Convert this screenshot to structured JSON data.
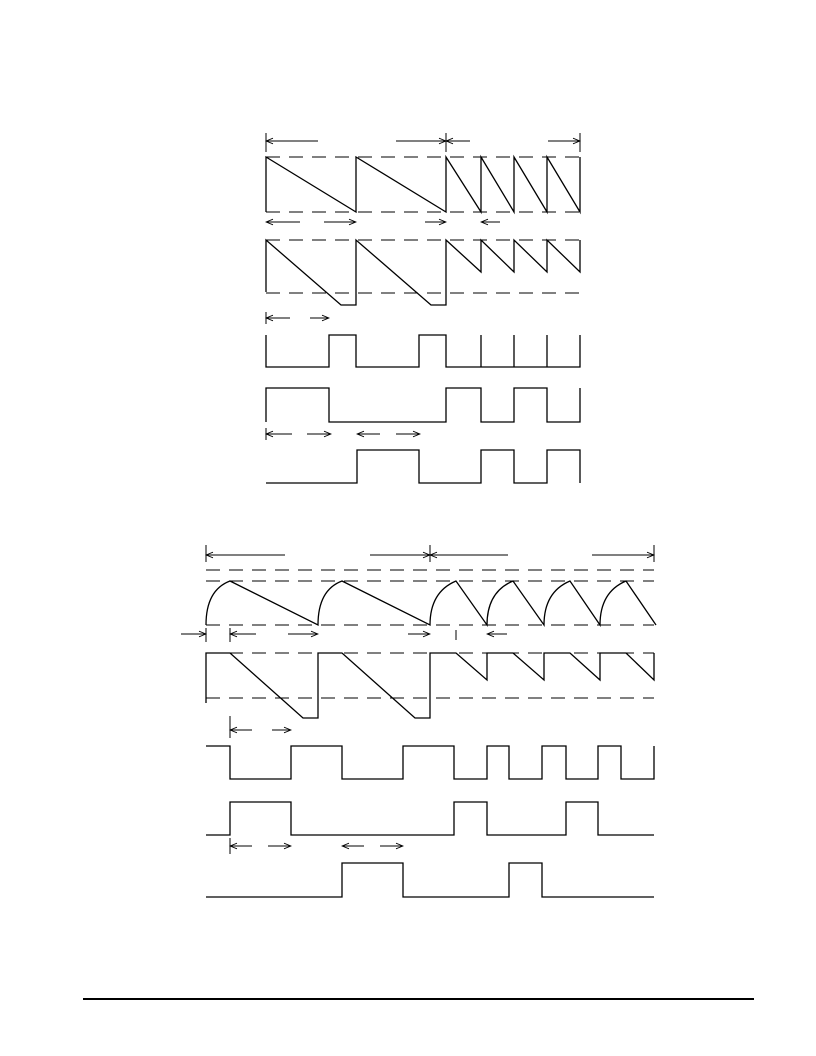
{
  "page": {
    "background": "#ffffff",
    "stroke_color": "#000000"
  },
  "diagrams": [
    {
      "id": "timing-diagram-linear-ramp",
      "waveforms": [
        "sawtooth-ramp",
        "ramp-with-clamp",
        "pulse-train-a",
        "pulse-train-b",
        "pulse-train-c"
      ],
      "text_labels": []
    },
    {
      "id": "timing-diagram-curved-charge",
      "waveforms": [
        "rc-charge-ramp",
        "ramp-with-clamp",
        "pulse-train-a",
        "pulse-train-b",
        "pulse-train-c"
      ],
      "text_labels": []
    }
  ],
  "footer": {
    "rule": true
  }
}
